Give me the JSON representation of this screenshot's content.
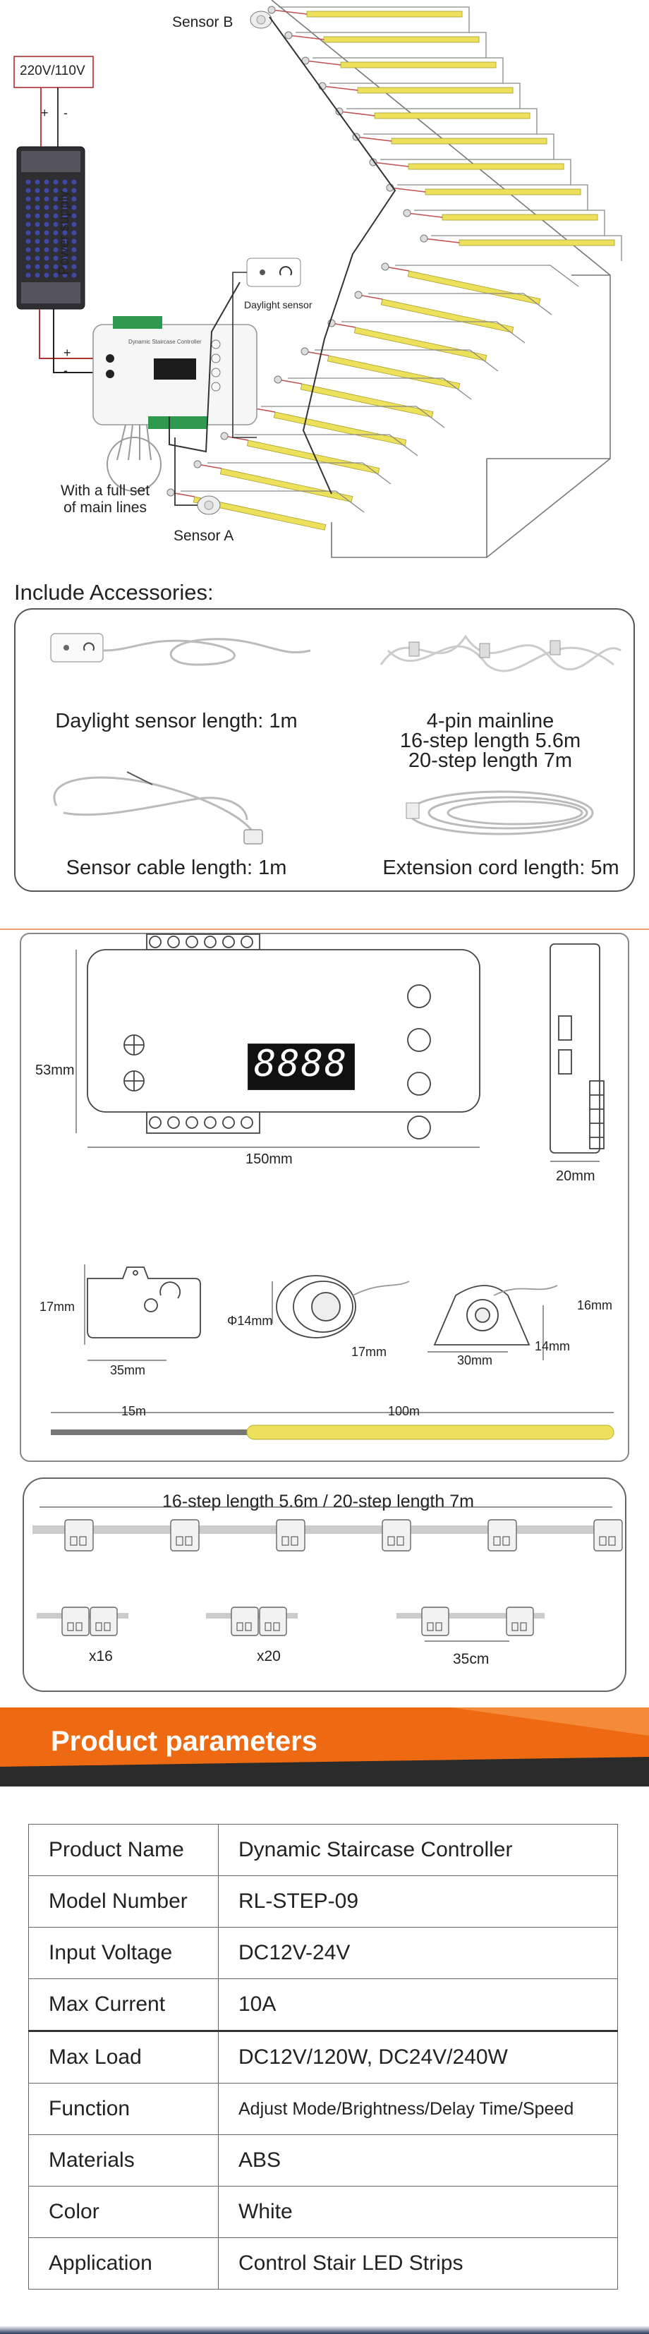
{
  "wiring": {
    "sensor_b": "Sensor B",
    "sensor_a": "Sensor A",
    "voltage": "220V/110V",
    "plus": "+",
    "minus": "-",
    "power_supply": "Power supply",
    "daylight_sensor": "Daylight sensor",
    "main_lines": "With a full set\nof main lines",
    "controller_title": "Dynamic Staircase Controller"
  },
  "accessories": {
    "title": "Include Accessories:",
    "items": [
      {
        "label": "Daylight sensor length: 1m"
      },
      {
        "label": "4-pin mainline\n16-step length 5.6m\n20-step length 7m"
      },
      {
        "label": "Sensor cable length: 1m"
      },
      {
        "label": "Extension cord length: 5m"
      }
    ]
  },
  "dimensions": {
    "controller_height": "53mm",
    "controller_width": "150mm",
    "controller_depth": "20mm",
    "display": "8888",
    "daylight_height": "17mm",
    "daylight_width": "35mm",
    "sensor_diameter": "Φ14mm",
    "sensor_depth": "17mm",
    "mount_height": "16mm",
    "mount_width": "30mm",
    "mount_depth": "14mm",
    "cable_15": "15m",
    "strip_100": "100m"
  },
  "mainline": {
    "title": "16-step length 5.6m / 20-step length 7m",
    "qty_16": "x16",
    "qty_20": "x20",
    "spacing": "35cm"
  },
  "params": {
    "banner": "Product parameters",
    "rows": [
      {
        "key": "Product Name",
        "value": "Dynamic Staircase Controller"
      },
      {
        "key": "Model Number",
        "value": "RL-STEP-09"
      },
      {
        "key": "Input Voltage",
        "value": "DC12V-24V"
      },
      {
        "key": "Max Current",
        "value": "10A"
      },
      {
        "key": "Max Load",
        "value": "DC12V/120W,  DC24V/240W"
      },
      {
        "key": "Function",
        "value": "Adjust Mode/Brightness/Delay Time/Speed"
      },
      {
        "key": "Materials",
        "value": "ABS"
      },
      {
        "key": "Color",
        "value": "White"
      },
      {
        "key": "Application",
        "value": "Control Stair LED Strips"
      }
    ]
  },
  "colors": {
    "banner_orange": "#ee6a12",
    "banner_dark": "#2b2b2b",
    "strip_yellow": "#ede05a",
    "wire_red": "#c25050"
  }
}
